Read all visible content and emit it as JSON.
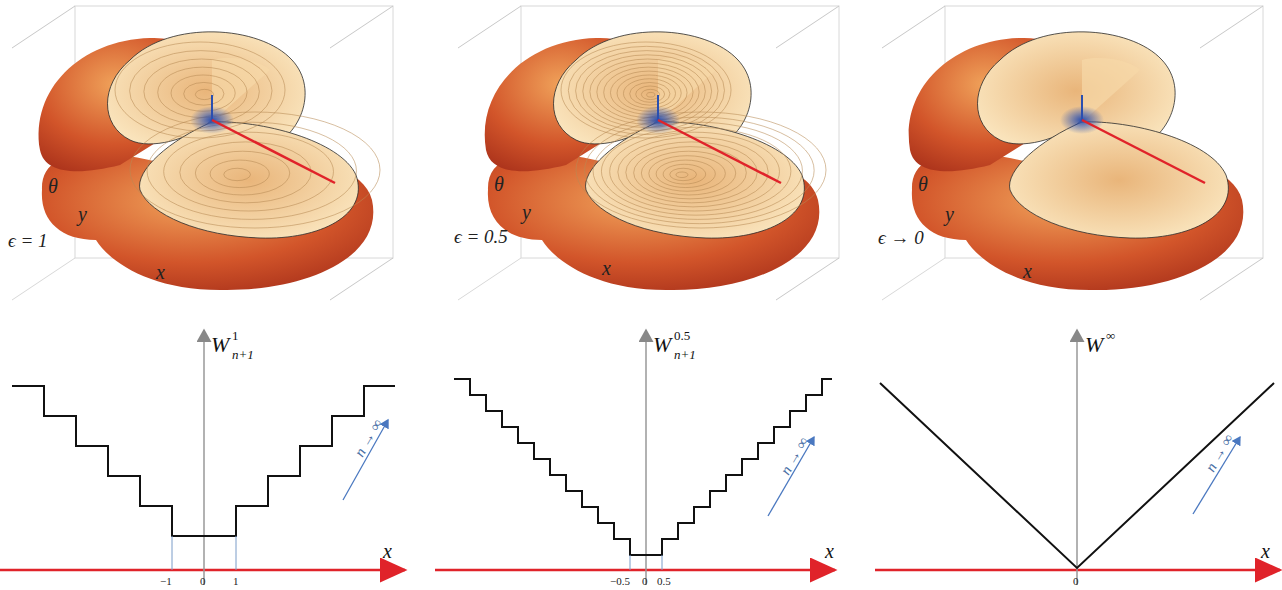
{
  "diagram": {
    "labels": [
      "θ",
      "y",
      "x",
      "ϵ = 1",
      "θ",
      "y",
      "x",
      "ϵ = 0.5",
      "θ",
      "y",
      "x",
      "ϵ → 0",
      "W",
      "1",
      "n+1",
      "x",
      "n → ∞",
      "−1",
      "0",
      "1",
      "W",
      "0.5",
      "n+1",
      "x",
      "n → ∞",
      "−0.5",
      "0",
      "0.5",
      "W",
      "∞",
      "x",
      "n → ∞",
      "0"
    ]
  }
}
